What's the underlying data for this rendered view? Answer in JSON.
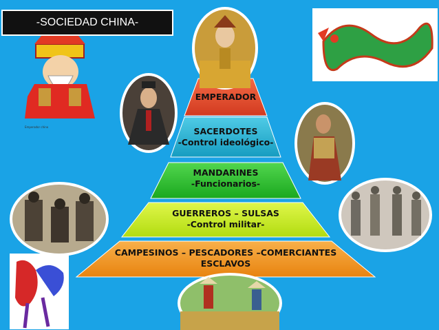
{
  "title": "-SOCIEDAD CHINA-",
  "pyramid": {
    "levels": [
      {
        "label": "EMPERADOR",
        "sub": "",
        "color": "#e8492d"
      },
      {
        "label": "SACERDOTES",
        "sub": "-Control ideológico-",
        "color": "#22b0d0"
      },
      {
        "label": "MANDARINES",
        "sub": "-Funcionarios-",
        "color": "#27c02a"
      },
      {
        "label": "GUERREROS – SULSAS",
        "sub": "-Control militar-",
        "color": "#c7ef15"
      },
      {
        "label": "CAMPESINOS – PESCADORES –COMERCIANTES",
        "sub": "ESCLAVOS",
        "color": "#f4971b"
      }
    ]
  },
  "photo_caption": "Emperador chino"
}
